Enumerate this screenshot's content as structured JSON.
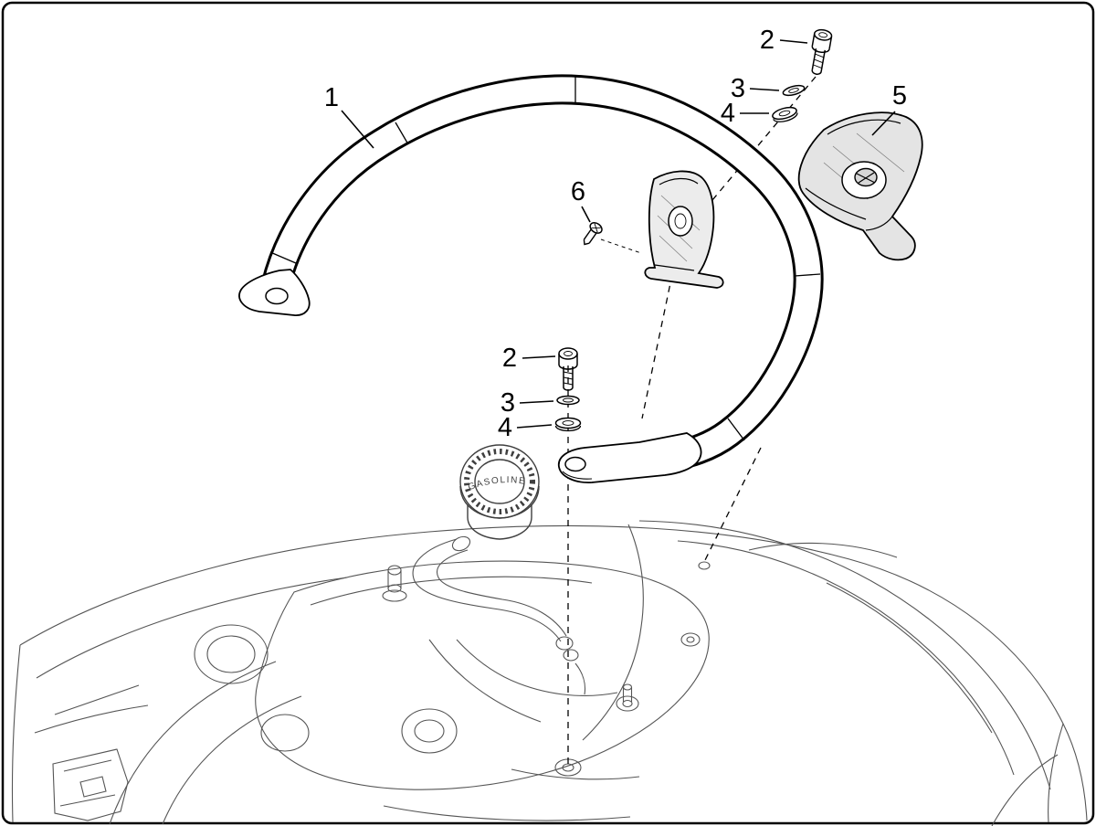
{
  "diagram": {
    "callouts": {
      "part1": "1",
      "part2_top": "2",
      "part3_top": "3",
      "part4_top": "4",
      "part5": "5",
      "part6": "6",
      "part2_mid": "2",
      "part3_mid": "3",
      "part4_mid": "4"
    },
    "fuel_cap_label": "GASOLINE",
    "colors": {
      "part_line": "#000000",
      "body_line": "#555555",
      "background": "#ffffff"
    }
  }
}
